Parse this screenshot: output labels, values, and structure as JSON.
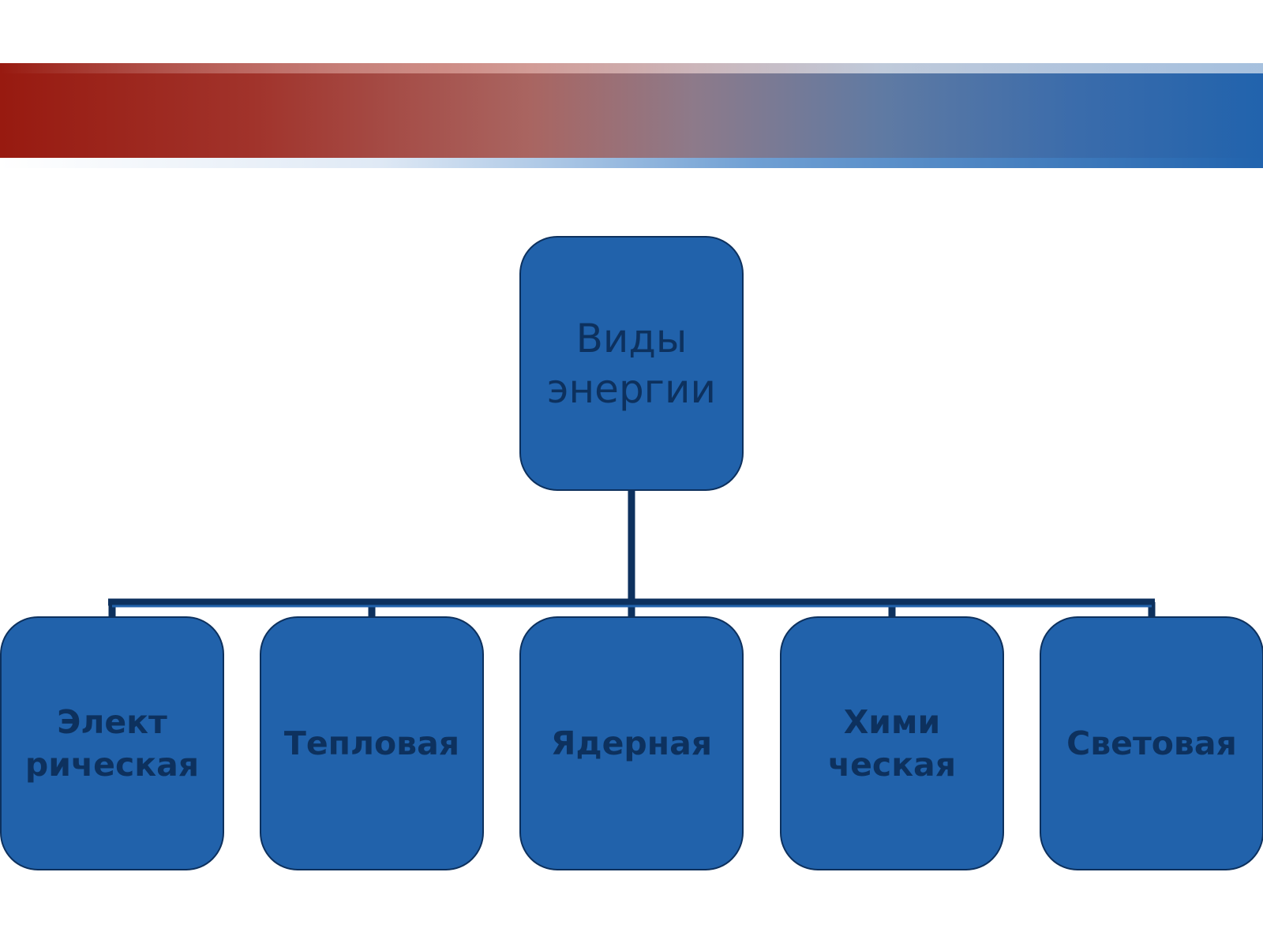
{
  "colors": {
    "banner_left": "#981a10",
    "banner_right": "#2163ad",
    "node_fill": "#2162ab",
    "node_border": "#0d315e",
    "text": "#0d315e",
    "connector": "#0d315e"
  },
  "diagram": {
    "root": {
      "label": "Виды\nэнергии"
    },
    "children": [
      {
        "label": "Элект\nрическая"
      },
      {
        "label": "Тепловая"
      },
      {
        "label": "Ядерная"
      },
      {
        "label": "Хими\nческая"
      },
      {
        "label": "Световая"
      }
    ]
  }
}
